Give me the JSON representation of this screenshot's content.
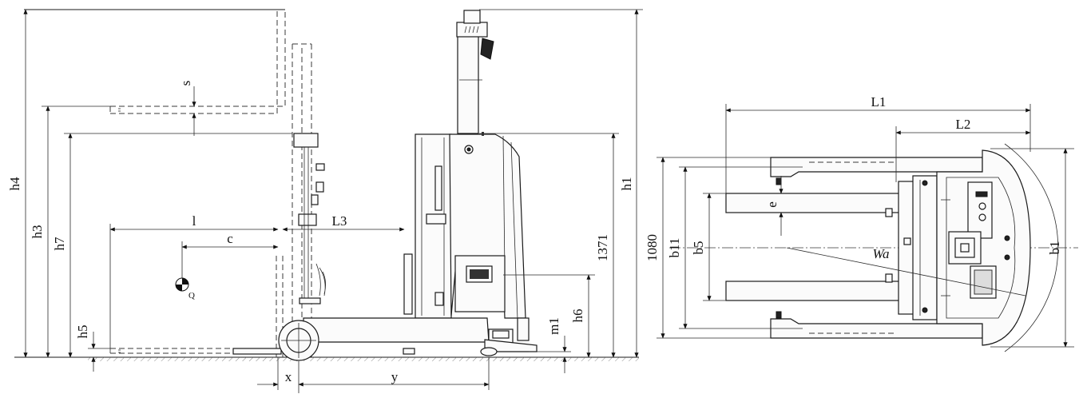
{
  "side_view": {
    "labels": {
      "h4": "h4",
      "h3": "h3",
      "h7": "h7",
      "h5": "h5",
      "s": "s",
      "l": "l",
      "c": "c",
      "L3": "L3",
      "Q": "Q",
      "h1": "h1",
      "h6": "h6",
      "m1": "m1",
      "x": "x",
      "y": "y",
      "dim_1371": "1371"
    }
  },
  "top_view": {
    "labels": {
      "L1": "L1",
      "L2": "L2",
      "dim_1080": "1080",
      "b11": "b11",
      "b5": "b5",
      "e": "e",
      "Wa": "Wa",
      "b1": "b1"
    }
  }
}
